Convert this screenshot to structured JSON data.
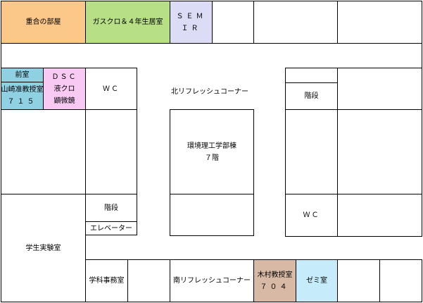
{
  "colors": {
    "orange": "#fbc88a",
    "green": "#b7df86",
    "lavender": "#dcdcf6",
    "blue": "#8fd0e2",
    "pink": "#f7c9f3",
    "brown": "#d7b9a6",
    "light_blue": "#c6ecfb"
  },
  "rooms": {
    "meeting": "重合の部屋",
    "gaskuro": "ガスクロ＆４年生居室",
    "sem": "ＳＥＭ",
    "ir": "ＩＲ",
    "anteroom": "前室",
    "yamazaki_name": "山崎准教授室",
    "yamazaki_num": "７１５",
    "dsc_1": "ＤＳＣ",
    "dsc_2": "液クロ",
    "dsc_3": "顕微鏡",
    "wc_west": "ＷＣ",
    "stairs_east": "階段",
    "building_1": "環境理工学部棟",
    "building_2": "７階",
    "stairs_west": "階段",
    "elevator": "エレベーター",
    "wc_east": "ＷＣ",
    "student_lab": "学生実験室",
    "office": "学科事務室",
    "south_refresh": "南リフレッシュコーナー",
    "kimura_name": "木村教授室",
    "kimura_num": "７０４",
    "seminar": "ゼミ室"
  },
  "labels": {
    "north_refresh": "北リフレッシュコーナー"
  }
}
